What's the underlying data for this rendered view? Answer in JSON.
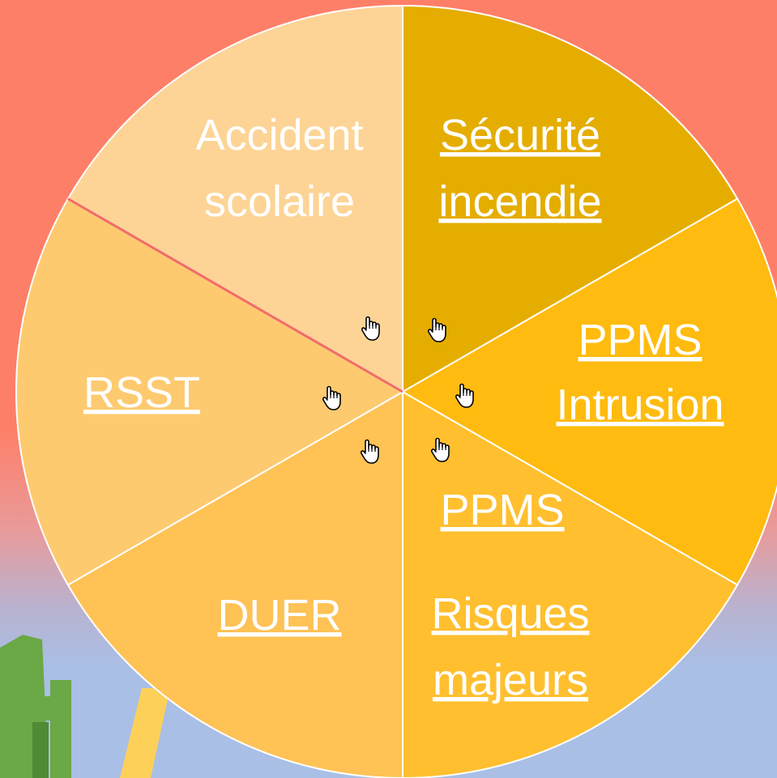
{
  "wheel": {
    "segments": [
      {
        "line1": "Accident",
        "line2": "scolaire",
        "link": false,
        "color": "#fdd496"
      },
      {
        "line1": "Sécurité",
        "line2": "incendie",
        "link": true,
        "color": "#e5ad00"
      },
      {
        "line1": "PPMS",
        "line2": "Intrusion",
        "link": true,
        "color": "#ffbb0f"
      },
      {
        "line1": "PPMS",
        "line2": "Risques majeurs",
        "link": true,
        "color": "#ffbf2f"
      },
      {
        "line1": "DUER",
        "line2": "",
        "link": true,
        "color": "#fec255"
      },
      {
        "line1": "RSST",
        "line2": "",
        "link": true,
        "color": "#fdca70"
      }
    ],
    "labels": {
      "accident": "Accident",
      "scolaire": "scolaire",
      "securite": "Sécurité",
      "incendie": "incendie",
      "ppms_intrusion": "PPMS",
      "intrusion": "Intrusion",
      "ppms_risques": "PPMS",
      "risques": "Risques",
      "majeurs": "majeurs",
      "duer": "DUER",
      "rsst": "RSST"
    },
    "pointer_icon": "hand-pointer-icon"
  },
  "colors": {
    "background_top": "#fe7f68",
    "background_bottom": "#a9bfe6",
    "text": "#ffffff",
    "decoration_green": "#6aa946",
    "decoration_yellow": "#fdd05a"
  }
}
